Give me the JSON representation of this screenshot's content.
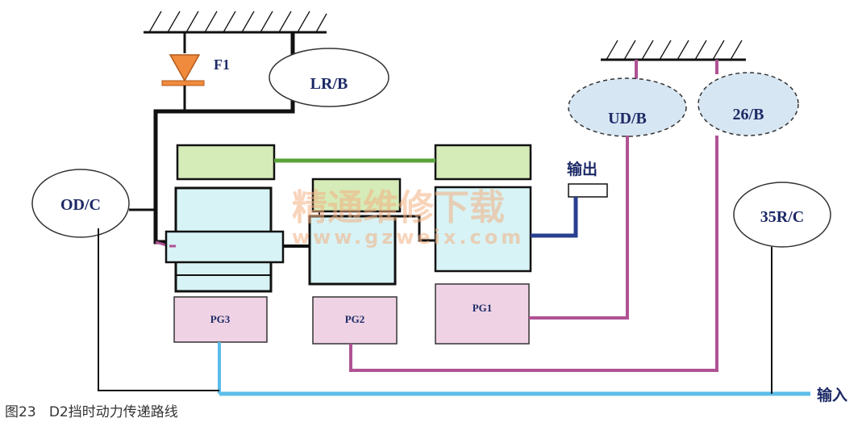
{
  "labels": {
    "f1": "F1",
    "lrb": "LR/B",
    "udb": "UD/B",
    "b26": "26/B",
    "odc": "OD/C",
    "r35c": "35R/C",
    "pg1": "PG1",
    "pg2": "PG2",
    "pg3": "PG3",
    "output": "输出",
    "input": "输入"
  },
  "caption": "图23   D2挡时动力传递路线",
  "watermark": {
    "cn": "精通维修下载",
    "url": "www.gzweix.com"
  },
  "colors": {
    "ground_black": "#111111",
    "green_path": "#5aa33a",
    "magenta_path": "#b05294",
    "blue_input": "#5bbde8",
    "navy_output": "#2a3f8f",
    "green_box": "#d5ebb8",
    "cyan_box": "#d7f3f5",
    "pink_box": "#efd3e4",
    "brake_fill": "#d7e6f3",
    "diode_orange": "#f08a3c"
  }
}
